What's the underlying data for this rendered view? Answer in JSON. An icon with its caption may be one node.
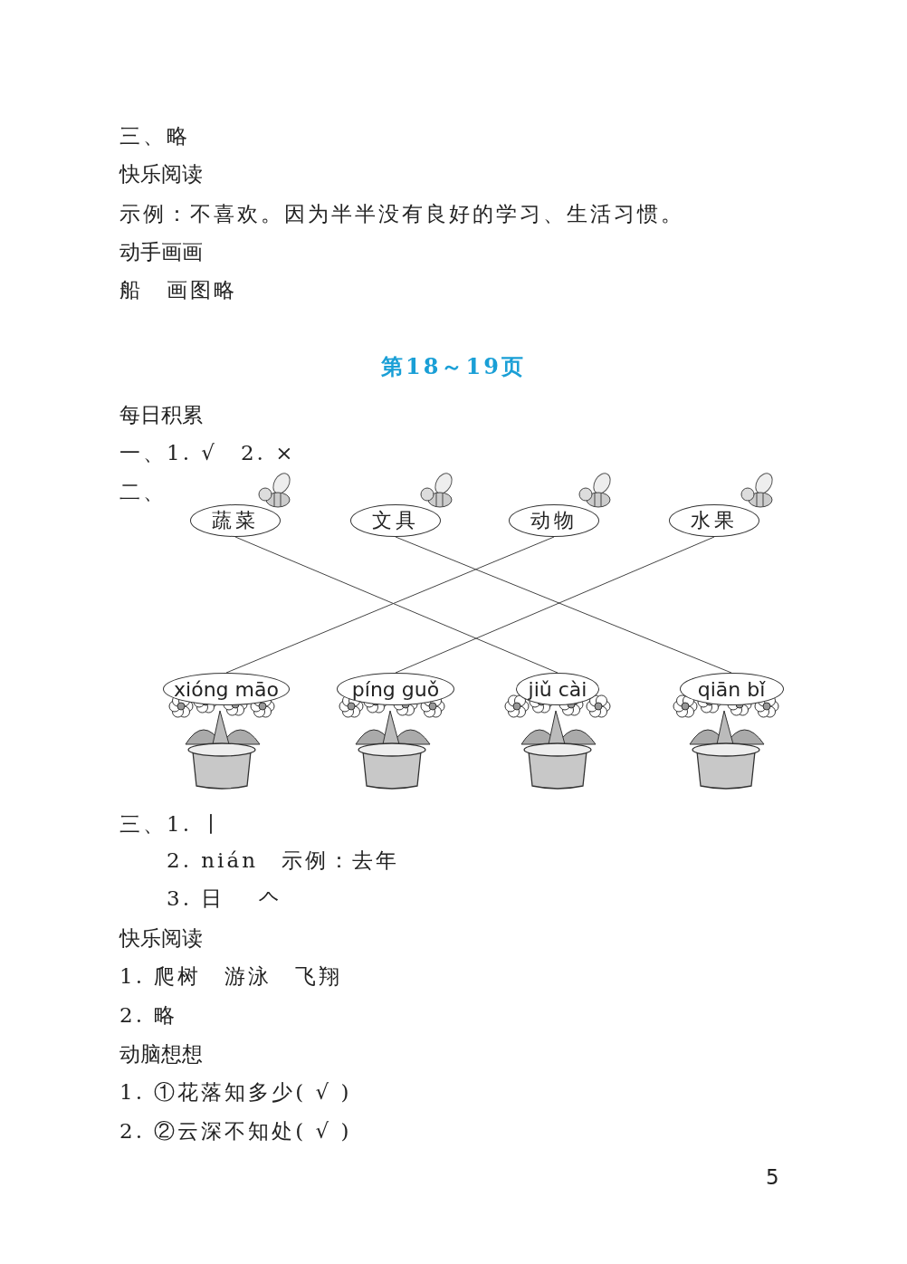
{
  "diagram": {
    "title": "第18～19页",
    "nodes": [
      {
        "text": [
          "蔬菜"
        ]
      },
      {
        "text": [
          "文具"
        ]
      },
      {
        "text": [
          "动物"
        ]
      },
      {
        "text": [
          "水果"
        ]
      },
      {
        "text": [
          "xióng māo"
        ]
      },
      {
        "text": [
          "píng guǒ"
        ]
      },
      {
        "text": [
          "jiǔ cài"
        ]
      },
      {
        "text": [
          "qiān bǐ"
        ]
      }
    ],
    "edges": [
      {
        "from": 0,
        "to": 6,
        "arrow": "none"
      },
      {
        "from": 1,
        "to": 7,
        "arrow": "none"
      },
      {
        "from": 2,
        "to": 4,
        "arrow": "none"
      },
      {
        "from": 3,
        "to": 5,
        "arrow": "none"
      }
    ],
    "labels": [
      "三、略",
      "快乐阅读",
      "示例：不喜欢。因为半半没有良好的学习、生活习惯。",
      "动手画画",
      "船　画图略",
      "每日积累",
      "一、1. √　2. ×",
      "二、",
      "三、1. 丨",
      "2.  nián　示例：去年",
      "3. 日　 𠆢",
      "快乐阅读",
      "1. 爬树　游泳　飞翔",
      "2. 略",
      "动脑想想",
      "1. ①花落知多少( √ )",
      "2. ②云深不知处( √ )",
      "5"
    ]
  }
}
